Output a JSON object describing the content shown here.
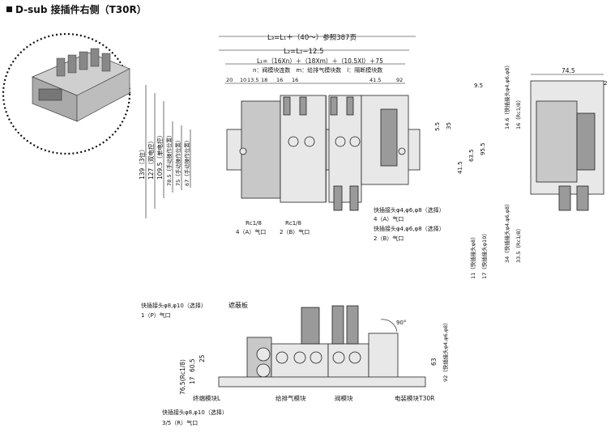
{
  "title": "D-sub 接插件右侧（T30R）",
  "top_dims": {
    "l3": "L₃=L₁＋（40～）参照387页",
    "l2": "L₂=L₂−12.5",
    "l1": "L₁=（16Xn）＋（18Xm）＋（10.5Xl）＋75",
    "nml": "n：阀模块连数　m：给排气模块数　l：隔断模块数",
    "segs": [
      "20",
      "10",
      "13.5",
      "18",
      "16",
      "16",
      "41.5",
      "92"
    ],
    "right": [
      "9.5",
      "5.5",
      "35",
      "95.5",
      "41.5",
      "63.5"
    ]
  },
  "left_dims": [
    "139（3位）",
    "127（双电控）",
    "109.5（单电控）",
    "78.5（手动操作位置）",
    "75（手动操作位置）",
    "67（手动操作位置）"
  ],
  "ports_front": [
    {
      "spec": "Rc1/8",
      "port": "4（A）气口"
    },
    {
      "spec": "Rc1/8",
      "port": "2（B）气口"
    },
    {
      "spec": "快插接头φ4,φ6,φ8（选择）",
      "port": "4（A）气口"
    },
    {
      "spec": "快插接头φ4,φ6,φ8（选择）",
      "port": "2（B）气口"
    }
  ],
  "side_dims": {
    "w": "74.5",
    "t": "2",
    "v1": "14.6（快插接头φ4,φ6,φ8）",
    "v2": "16（Rc1/8）",
    "v3": "34（快插接头φ4,φ6,φ8）",
    "v4": "33.5（Rc1/8）",
    "v5": "17（快插接头φ10）",
    "v6": "11（快插接头φ8）"
  },
  "bottom": {
    "tl1": "快插接头φ8,φ10（选择）",
    "tl2": "1（P）气口",
    "cover": "遮蔽板",
    "angle": "90°",
    "d765": "76.5(Rc1/8)",
    "d605": "60.5",
    "d25": "25",
    "d17": "17",
    "d63": "63",
    "d92": "92（快插接头φ4,φ6,φ8）",
    "end_block": "终端模块L",
    "supply_block": "给排气模块",
    "valve_block": "阀模块",
    "elec_block": "电装模块T30R",
    "bl1": "快插接头φ8,φ10（选择）",
    "bl2": "3/5（R）气口"
  }
}
